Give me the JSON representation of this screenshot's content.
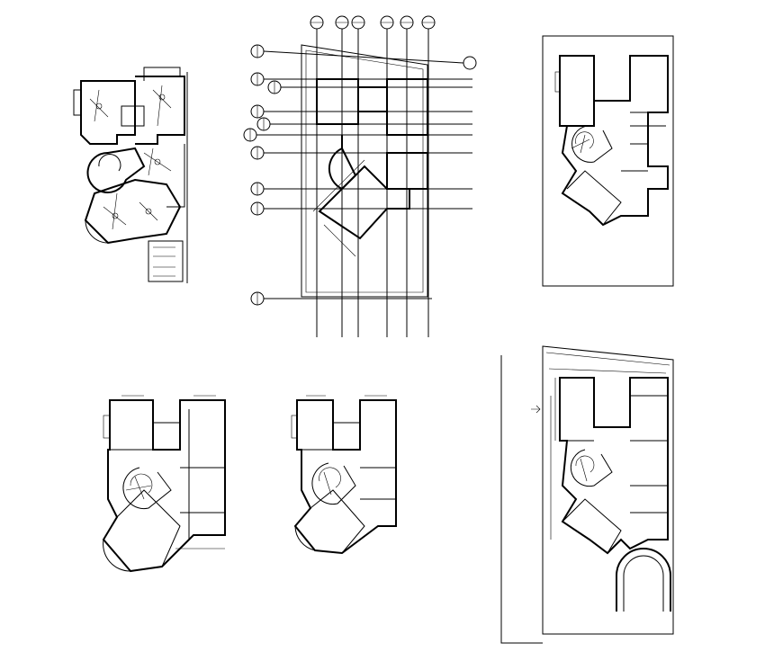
{
  "drawing": {
    "line_color": "#000000",
    "background": "#ffffff",
    "sheets": [
      {
        "id": "electrical-plan"
      },
      {
        "id": "grid-layout-plan"
      },
      {
        "id": "site-plan-top"
      },
      {
        "id": "floor-plan-a"
      },
      {
        "id": "floor-plan-b"
      },
      {
        "id": "site-plan-bottom"
      }
    ]
  }
}
